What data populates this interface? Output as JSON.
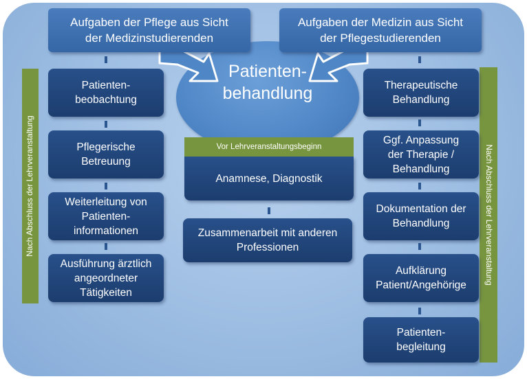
{
  "header": {
    "left_title": "Aufgaben der Pflege aus Sicht\nder Medizinstudierenden",
    "right_title": "Aufgaben der Medizin aus Sicht\nder Pflegestudierenden"
  },
  "center": {
    "circle_label": "Patienten-\nbehandlung",
    "before_course_label": "Vor Lehrveranstaltungsbeginn",
    "boxes": [
      "Anamnese, Diagnostik",
      "Zusammenarbeit mit anderen\nProfessionen"
    ]
  },
  "left_column": {
    "side_label": "Nach Abschluss der Lehrveranstaltung",
    "boxes": [
      "Patienten-\nbeobachtung",
      "Pflegerische\nBetreuung",
      "Weiterleitung von\nPatienten-\ninformationen",
      "Ausführung ärztlich\nangeordneter\nTätigkeiten"
    ]
  },
  "right_column": {
    "side_label": "Nach Abschluss der Lehrveranstaltung",
    "boxes": [
      "Therapeutische\nBehandlung",
      "Ggf. Anpassung\nder Therapie /\nBehandlung",
      "Dokumentation der\nBehandlung",
      "Aufklärung\nPatient/Angehörige",
      "Patienten-\nbegleitung"
    ]
  },
  "colors": {
    "box_dark": "#1c3d6e",
    "box_top": "#3567a6",
    "green_bar": "#77953f",
    "background": "#9dbde2"
  }
}
